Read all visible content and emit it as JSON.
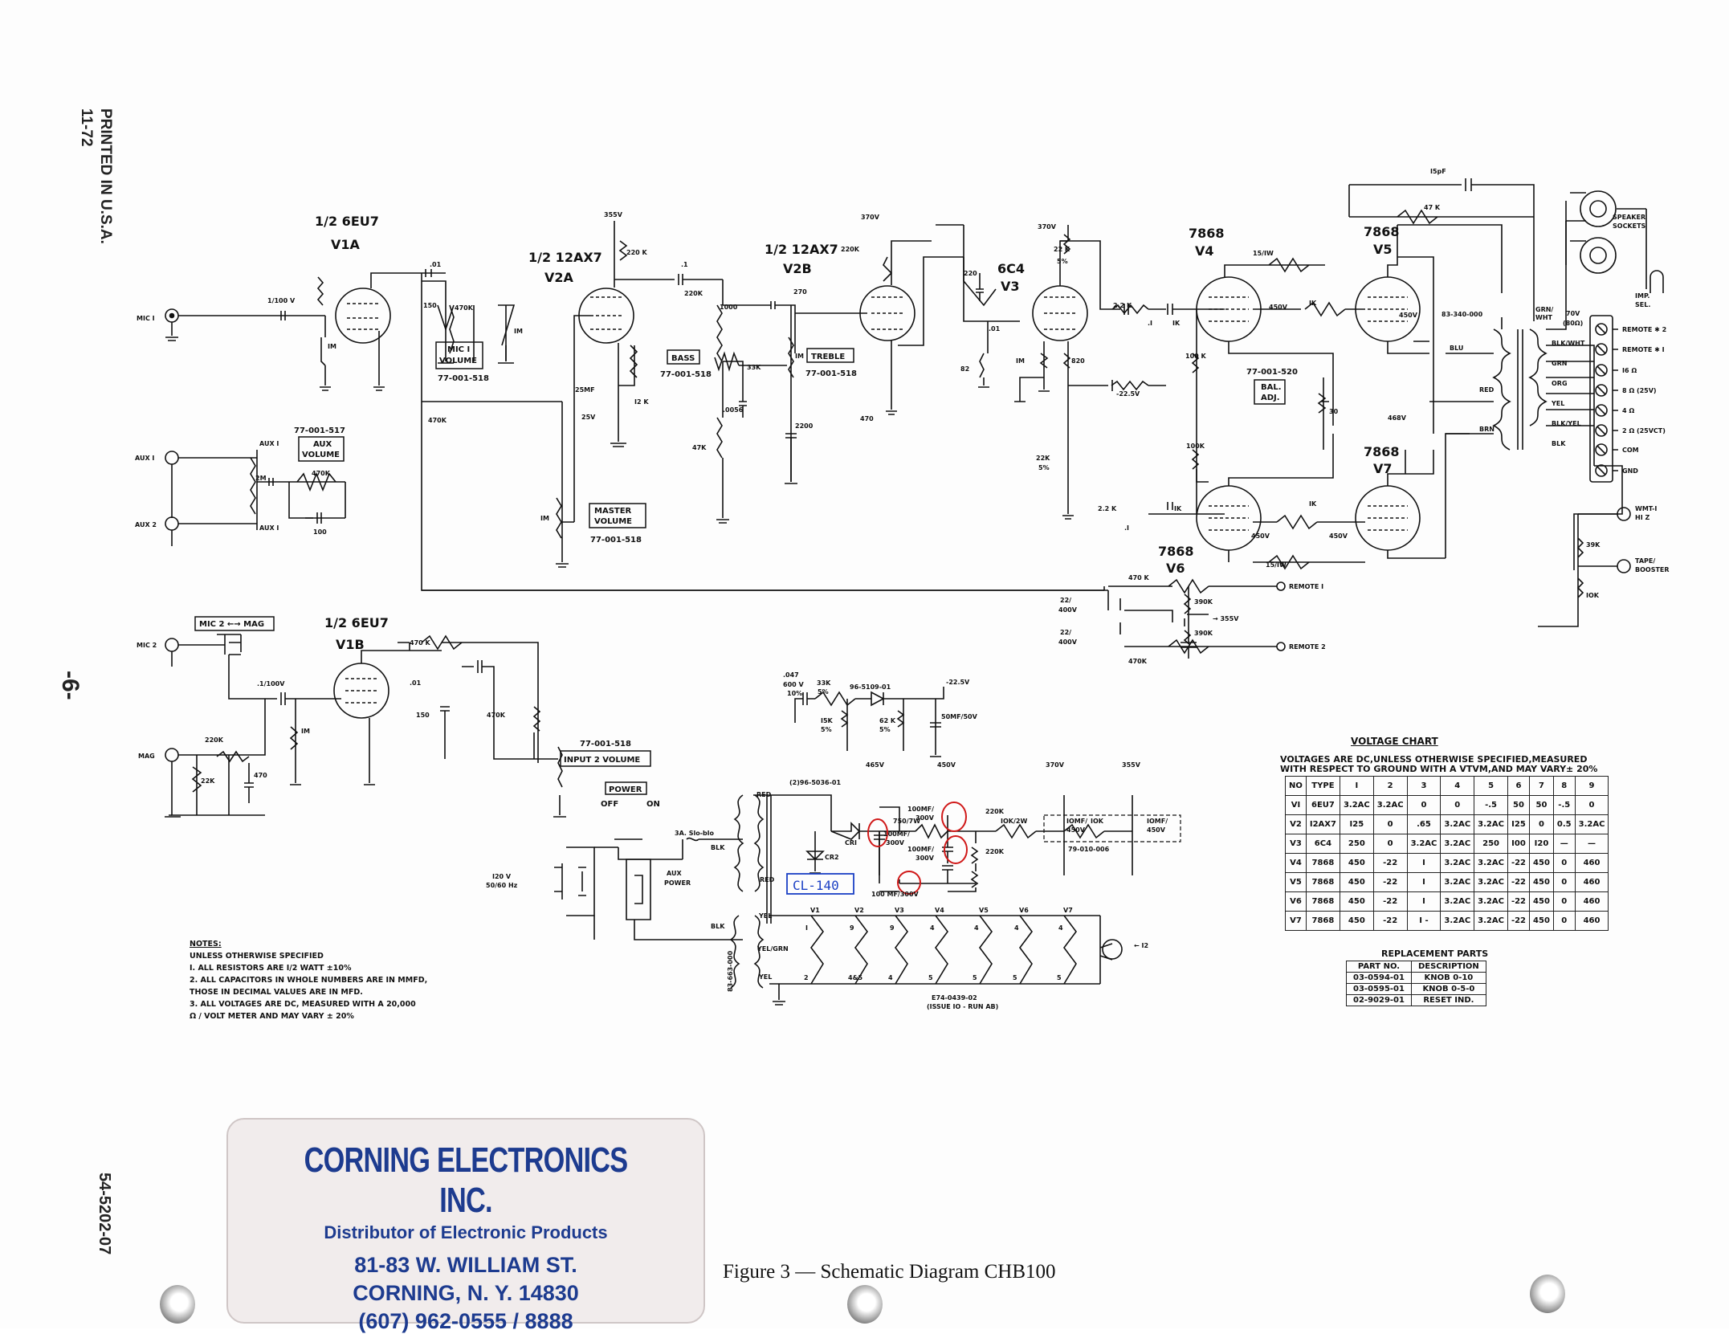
{
  "side_print": {
    "line1": "PRINTED IN U.S.A.",
    "line2": "11-72"
  },
  "page_number": "-6-",
  "document_number": "54-5202-07",
  "stamp": {
    "company": "CORNING ELECTRONICS INC.",
    "tagline": "Distributor of Electronic Products",
    "address1": "81-83 W. WILLIAM ST.",
    "address2": "CORNING, N. Y. 14830",
    "phone": "(607) 962-0555 / 8888"
  },
  "caption": "Figure 3 — Schematic Diagram CHB100",
  "tubes": {
    "v1a": {
      "type": "1/2 6EU7",
      "ref": "V1A"
    },
    "v1b": {
      "type": "1/2 6EU7",
      "ref": "V1B"
    },
    "v2a": {
      "type": "1/2 12AX7",
      "ref": "V2A"
    },
    "v2b": {
      "type": "1/2 12AX7",
      "ref": "V2B"
    },
    "v3": {
      "type": "6C4",
      "ref": "V3"
    },
    "v4": {
      "type": "7868",
      "ref": "V4"
    },
    "v5": {
      "type": "7868",
      "ref": "V5"
    },
    "v6": {
      "type": "7868",
      "ref": "V6"
    },
    "v7": {
      "type": "7868",
      "ref": "V7"
    }
  },
  "controls": {
    "mic1_volume": {
      "label1": "MIC I",
      "label2": "VOLUME",
      "part": "77-001-518"
    },
    "aux_volume": {
      "label1": "AUX",
      "label2": "VOLUME",
      "part": "77-001-517"
    },
    "master_volume": {
      "label1": "MASTER",
      "label2": "VOLUME",
      "part": "77-001-518"
    },
    "bass": {
      "label": "BASS",
      "part": "77-001-518"
    },
    "treble": {
      "label": "TREBLE",
      "part": "77-001-518"
    },
    "bal_adj": {
      "label1": "BAL.",
      "label2": "ADJ.",
      "part": "77-001-520"
    },
    "input2_volume": {
      "label": "INPUT 2 VOLUME",
      "part": "77-001-518"
    },
    "mic2_mag": {
      "label": "MIC 2 ←→ MAG"
    },
    "power": {
      "label": "POWER",
      "off": "OFF",
      "on": "ON"
    }
  },
  "inputs": {
    "mic1": "MIC I",
    "aux1": "AUX I",
    "aux2": "AUX 2",
    "mic2": "MIC 2",
    "mag": "MAG",
    "remote1": "REMOTE I",
    "remote2": "REMOTE 2",
    "wmt_hiz_1": "WMT-I",
    "wmt_hiz_2": "HI Z",
    "tape_booster_1": "TAPE/",
    "tape_booster_2": "BOOSTER"
  },
  "voltages": {
    "b355": "355V",
    "b370": "370V",
    "b370b": "370V",
    "neg225": "-22.5V",
    "pwr465": "465V",
    "pwr450": "450V",
    "pwr370": "370V",
    "pwr355": "355V",
    "v355r": "→ 355V",
    "neg225b": "-22.5V",
    "plate450a": "450V",
    "plate450b": "450V",
    "plate450c": "450V",
    "plate450d": "450V",
    "v468": "468V"
  },
  "components": {
    "c_01a": ".01",
    "c_150a": "150",
    "r_470ka": "470K",
    "r_1ma": "IM",
    "r_1100": "1/100 V",
    "r_1m_grid": "IM",
    "r_220k_v2a": "220 K",
    "r_220k_v2b": "220K",
    "c_1": ".1",
    "r_220k_2": "220K",
    "c_1000": "1000",
    "c_270": "270",
    "r_33k": "33K",
    "r_1m_b": "IM",
    "c_0056": ".0056",
    "c_2200": "2200",
    "r_47k": "47K",
    "c_25mf": "25MF",
    "c_25v": "25V",
    "r_12k": "I2 K",
    "r_470k_lower": "470K",
    "r_2m": "2M",
    "r_470k_aux": "470K",
    "c_100": "100",
    "r_1m_master": "IM",
    "r_470": "470",
    "c_220": "220",
    "c_01_v3": ".01",
    "r_82": "82",
    "r_1m_v3": "IM",
    "r_22k_5a": "22 K",
    "r_5pct_a": "5%",
    "r_820": "820",
    "r_22k_5b": "22K",
    "r_5pct_b": "5%",
    "r_2_2k_a": "2.2 K",
    "r_2_2k_b": "2.2 K",
    "c_1_v4": ".I",
    "c_1_v6": ".I",
    "r_1k_a": "IK",
    "r_1k_b": "IK",
    "r_100k_a": "100 K",
    "r_100k_b": "100K",
    "r_15_1w_a": "15/IW",
    "r_15_1w_b": "15/IW",
    "r_1k_c": "IK",
    "r_1k_d": "IK",
    "r_30": "30",
    "c_15pf": "I5pF",
    "r_47k_fb": "47 K",
    "xfmr": "83-340-000",
    "r_470k_r1": "470 K",
    "r_470k_r2": "470K",
    "c_22_400a": "22/",
    "c_400v_a": "400V",
    "c_22_400b": "22/",
    "c_400v_b": "400V",
    "r_390k_a": "390K",
    "r_390k_b": "390K",
    "r_39k": "39K",
    "r_10k_out": "IOK",
    "r_470k_v1b": "470 K",
    "c_01_v1b": ".01",
    "c_150_v1b": "150",
    "r_470k_v1b2": "470K",
    "r_1m_v1b": "IM",
    "c_1_100_v1b": ".1/100V",
    "r_220k_mag": "220K",
    "r_22k_mag": "22K",
    "c_470_mag": "470",
    "c_047": ".047",
    "c_600v": "600 V",
    "c_10pct": "10%",
    "r_33k_5": "33K",
    "r_5pct_c": "5%",
    "d_96": "96-5109-01",
    "r_15k": "I5K",
    "r_5pct_d": "5%",
    "r_62k": "62 K",
    "r_5pct_e": "5%",
    "c_50mf": "50MF/50V",
    "r_750": "750/7W",
    "r_10k2w": "IOK/2W",
    "r_10k": "IOK",
    "d_cr1": "CRI",
    "d_cr2": "CR2",
    "d_2_96": "(2)96-5036-01",
    "c_100mf_a": "100MF/",
    "c_300v_a": "300V",
    "c_100mf_b": "100MF/",
    "c_300v_b": "300V",
    "c_100mf_c": "100MF/",
    "c_300v_c": "300V",
    "c_100mf_d": "100 MF/300V",
    "r_220k_pa": "220K",
    "r_220k_pb": "220K",
    "c_10mf_a": "IOMF/",
    "c_450v_a": "450V",
    "c_10mf_b": "IOMF/",
    "c_450v_b": "450V",
    "can_part": "79-010-006",
    "fuse": "3A. Slo-blo",
    "mains1": "I20 V",
    "mains2": "50/60 Hz",
    "aux_power1": "AUX",
    "aux_power2": "POWER",
    "pt_part": "83-663-000",
    "w_red1": "RED",
    "w_red2": "RED",
    "w_blk1": "BLK",
    "w_blk2": "BLK",
    "w_yel1": "YEL",
    "w_yelgrn": "YEL/GRN",
    "w_yel2": "YEL",
    "lamp": "← I2",
    "heater_part1": "E74-0439-02",
    "heater_part2": "(ISSUE IO - RUN AB)",
    "handwritten": "CL-140",
    "w_grnwht": "GRN/",
    "w_wht": "WHT",
    "v70": "70V",
    "ohm80": "(80Ω)",
    "w_blu": "BLU",
    "w_red3": "RED",
    "w_brn": "BRN",
    "speaker": "SPEAKER",
    "sockets": "SOCKETS",
    "imp": "IMP.",
    "sel": "SEL."
  },
  "heater_labels": [
    "V1",
    "V2",
    "V3",
    "V4",
    "V5",
    "V6",
    "V7"
  ],
  "heater_pins_top": [
    "I",
    "9",
    "9",
    "4",
    "4",
    "4",
    "4"
  ],
  "heater_pins_bottom": [
    "2",
    "4&5",
    "4",
    "5",
    "5",
    "5",
    "5"
  ],
  "terminal_strip": [
    {
      "label": "REMOTE ✱ 2"
    },
    {
      "label": "REMOTE ✱ I"
    },
    {
      "label": "I6 Ω"
    },
    {
      "label": "8 Ω  (25V)"
    },
    {
      "label": "4 Ω"
    },
    {
      "label": "2 Ω  (25VCT)"
    },
    {
      "label": "COM"
    },
    {
      "label": "GND"
    }
  ],
  "wire_colors_xfmr": [
    "BLK/WHT",
    "GRN",
    "ORG",
    "YEL",
    "BLK/YEL",
    "BLK"
  ],
  "voltage_chart": {
    "title": "VOLTAGE  CHART",
    "note1": "VOLTAGES ARE DC,UNLESS OTHERWISE SPECIFIED,MEASURED",
    "note2": "WITH RESPECT TO GROUND WITH A VTVM,AND MAY VARY± 20%",
    "header": [
      "NO",
      "TYPE",
      "I",
      "2",
      "3",
      "4",
      "5",
      "6",
      "7",
      "8",
      "9"
    ],
    "rows": [
      [
        "VI",
        "6EU7",
        "3.2AC",
        "3.2AC",
        "0",
        "0",
        "-.5",
        "50",
        "50",
        "-.5",
        "0"
      ],
      [
        "V2",
        "I2AX7",
        "I25",
        "0",
        ".65",
        "3.2AC",
        "3.2AC",
        "I25",
        "0",
        "0.5",
        "3.2AC"
      ],
      [
        "V3",
        "6C4",
        "250",
        "0",
        "3.2AC",
        "3.2AC",
        "250",
        "I00",
        "I20",
        "—",
        "—"
      ],
      [
        "V4",
        "7868",
        "450",
        "-22",
        "I",
        "3.2AC",
        "3.2AC",
        "-22",
        "450",
        "0",
        "460"
      ],
      [
        "V5",
        "7868",
        "450",
        "-22",
        "I",
        "3.2AC",
        "3.2AC",
        "-22",
        "450",
        "0",
        "460"
      ],
      [
        "V6",
        "7868",
        "450",
        "-22",
        "I",
        "3.2AC",
        "3.2AC",
        "-22",
        "450",
        "0",
        "460"
      ],
      [
        "V7",
        "7868",
        "450",
        "-22",
        "I -",
        "3.2AC",
        "3.2AC",
        "-22",
        "450",
        "0",
        "460"
      ]
    ]
  },
  "replacement_parts": {
    "title": "REPLACEMENT  PARTS",
    "header": [
      "PART NO.",
      "DESCRIPTION"
    ],
    "rows": [
      [
        "03-0594-01",
        "KNOB  0-10"
      ],
      [
        "03-0595-01",
        "KNOB  0-5-0"
      ],
      [
        "02-9029-01",
        "RESET  IND."
      ]
    ]
  },
  "notes": [
    "NOTES:",
    "UNLESS  OTHERWISE  SPECIFIED",
    "I. ALL  RESISTORS  ARE  I/2 WATT ±10%",
    "2. ALL  CAPACITORS  IN  WHOLE  NUMBERS  ARE  IN  MMFD,",
    "THOSE  IN  DECIMAL  VALUES  ARE  IN  MFD.",
    "3. ALL  VOLTAGES  ARE  DC, MEASURED  WITH  A  20,000",
    "Ω / VOLT  METER  AND  MAY  VARY ±  20%"
  ],
  "colors": {
    "ink": "#111111",
    "stamp_blue": "#1d3b8f",
    "annotation_red": "#d01818",
    "annotation_blue": "#1a3fc4",
    "paper": "#fdfdfd"
  }
}
